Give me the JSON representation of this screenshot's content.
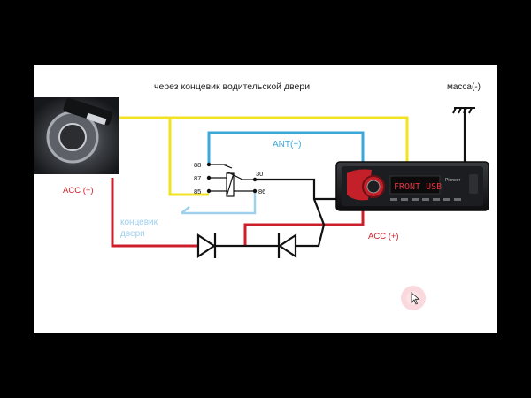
{
  "labels": {
    "title": "через концевик водительской двери",
    "ground": "масса(-)",
    "ant": "ANT(+)",
    "acc_left": "ACC (+)",
    "acc_right": "ACC (+)",
    "door_line1": "концевик",
    "door_line2": "двери",
    "pin88": "88",
    "pin87": "87",
    "pin85": "85",
    "pin30": "30",
    "pin86": "86",
    "radio_brand": "Pioneer",
    "radio_display": "FRONT USB"
  },
  "colors": {
    "yellow": "#f2e224",
    "blue": "#3ea7d9",
    "light_blue": "#9fd0ee",
    "red": "#cc1f2b",
    "black": "#111111",
    "background": "#ffffff",
    "frame": "#000000"
  },
  "icons": {
    "ignition": "ignition-key-icon",
    "radio": "car-radio-icon",
    "ground": "ground-antenna-icon",
    "diode_left": "diode-icon",
    "diode_right": "diode-icon",
    "relay": "relay-icon",
    "cursor": "mouse-cursor-icon"
  }
}
